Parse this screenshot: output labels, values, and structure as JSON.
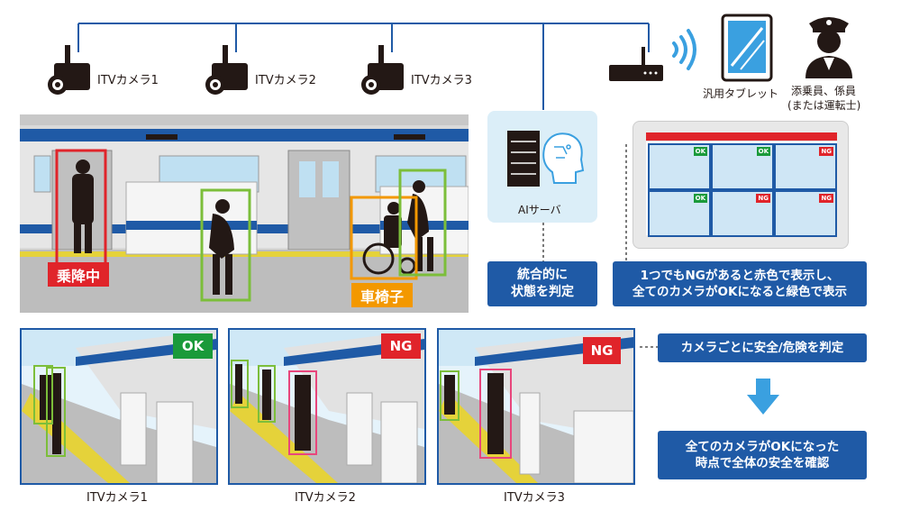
{
  "cameras": [
    {
      "label": "ITVカメラ1"
    },
    {
      "label": "ITVカメラ2"
    },
    {
      "label": "ITVカメラ3"
    }
  ],
  "tablet_label": "汎用タブレット",
  "staff_label_line1": "添乗員、係員",
  "staff_label_line2": "(または運転士)",
  "server_label": "AIサーバ",
  "server_desc_line1": "統合的に",
  "server_desc_line2": "状態を判定",
  "tablet_desc_line1": "1つでもNGがあると赤色で表示し、",
  "tablet_desc_line2": "全てのカメラがOKになると緑色で表示",
  "scene_tags": {
    "boarding": "乗降中",
    "wheelchair": "車椅子"
  },
  "feeds": [
    {
      "status": "OK",
      "caption": "ITVカメラ1"
    },
    {
      "status": "NG",
      "caption": "ITVカメラ2"
    },
    {
      "status": "NG",
      "caption": "ITVカメラ3"
    }
  ],
  "step1": "カメラごとに安全/危険を判定",
  "step2_line1": "全てのカメラがOKになった",
  "step2_line2": "時点で全体の安全を確認",
  "tablet_screen": {
    "overall": "NG",
    "grid": [
      "OK",
      "OK",
      "NG",
      "OK",
      "NG",
      "NG"
    ]
  },
  "colors": {
    "blue": "#1f5aa6",
    "ok": "#1a9a3a",
    "ng": "#e0242a",
    "wheelchair": "#f39800",
    "light_blue": "#3aa0e0"
  }
}
